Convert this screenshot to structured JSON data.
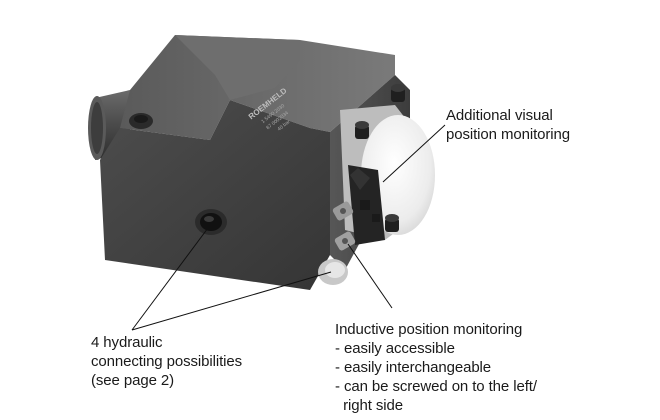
{
  "product": {
    "brand_engraving": "ROEMHELD",
    "engraving_lines": [
      "1 5490 2030",
      "87 0002034",
      "40 bar"
    ],
    "logo_mark": "roemheld-logo"
  },
  "callouts": {
    "visual_monitoring": {
      "lines": [
        "Additional visual",
        "position monitoring"
      ]
    },
    "hydraulic": {
      "lines": [
        "4 hydraulic",
        "connecting possibilities",
        "(see page 2)"
      ]
    },
    "inductive": {
      "title": "Inductive position monitoring",
      "bullets": [
        "- easily accessible",
        "- easily interchangeable",
        "- can be screwed on to the left/",
        "  right side"
      ]
    }
  },
  "colors": {
    "body_dark": "#4b4b4b",
    "body_top": "#6a6a6a",
    "body_front": "#3e3e3e",
    "cap_white": "#eeeeee",
    "background": "#ffffff",
    "text": "#1a1a1a"
  }
}
